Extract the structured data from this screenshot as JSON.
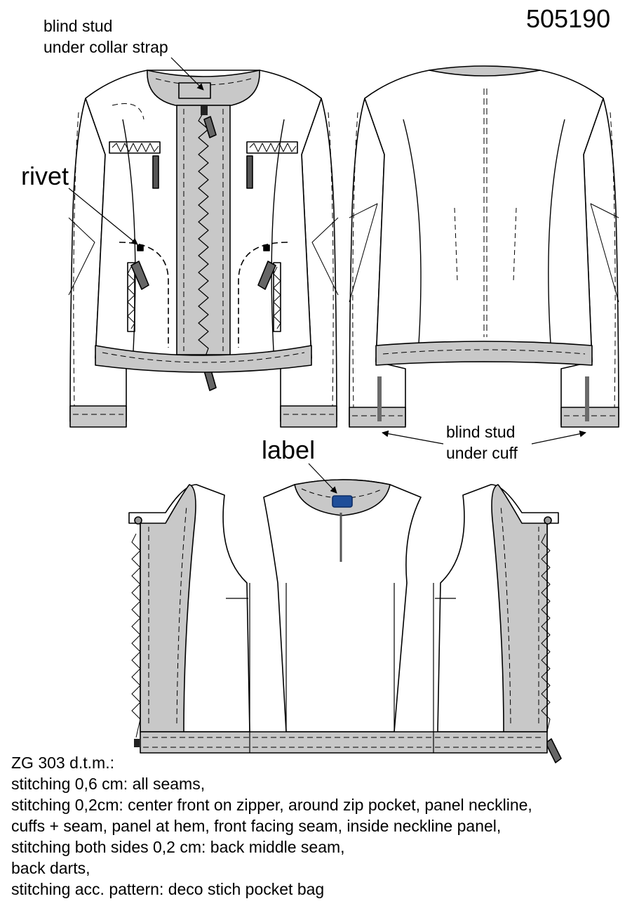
{
  "style_code": "505190",
  "annotations": {
    "collar_stud": [
      "blind stud",
      "under collar strap"
    ],
    "rivet": "rivet",
    "cuff_stud": [
      "blind stud",
      "under cuff"
    ],
    "label": "label"
  },
  "notes": [
    "ZG 303 d.t.m.:",
    "stitching 0,6 cm: all seams,",
    "stitching 0,2cm: center front on zipper, around zip pocket, panel neckline,",
    "cuffs + seam, panel at hem, front facing seam, inside neckline panel,",
    "stitching both sides 0,2 cm: back middle seam,",
    "back darts,",
    "stitching acc. pattern: deco stich pocket bag"
  ],
  "colors": {
    "panel": "#c8c8c8",
    "outline": "#000000",
    "label_badge": "#1f4e99",
    "cuff_stud": "#6b6b6b"
  }
}
